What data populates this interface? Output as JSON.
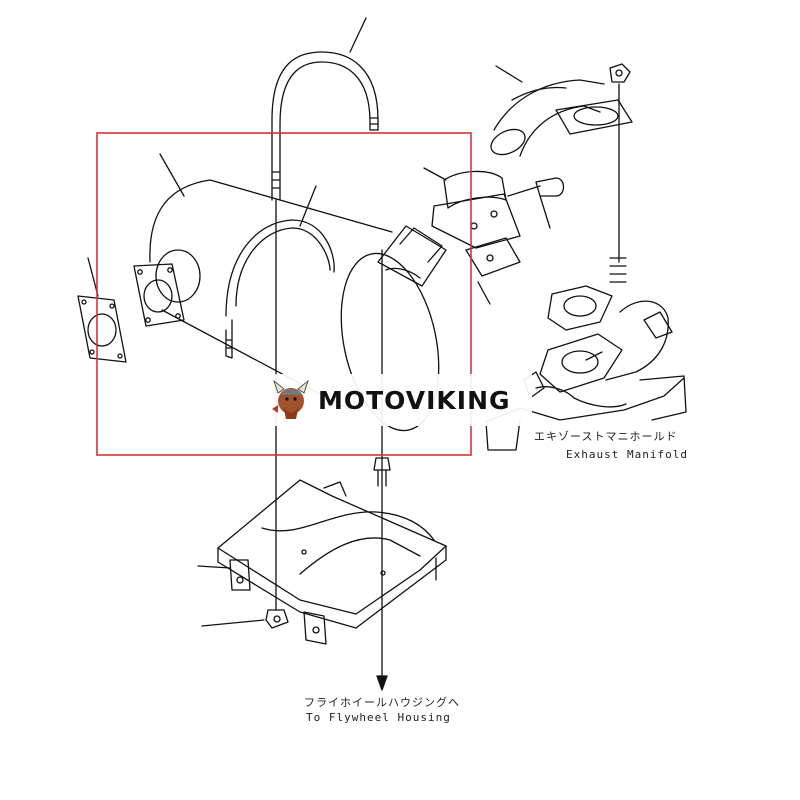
{
  "watermark": {
    "brand": "MOTOVIKING"
  },
  "labels": {
    "exhaust_manifold_jp": "エキゾーストマニホールド",
    "exhaust_manifold_en": "Exhaust Manifold",
    "flywheel_housing_jp": "フライホイールハウジングへ",
    "flywheel_housing_en": "To Flywheel Housing"
  },
  "colors": {
    "highlight_box": "#d63333",
    "line": "#111111"
  }
}
